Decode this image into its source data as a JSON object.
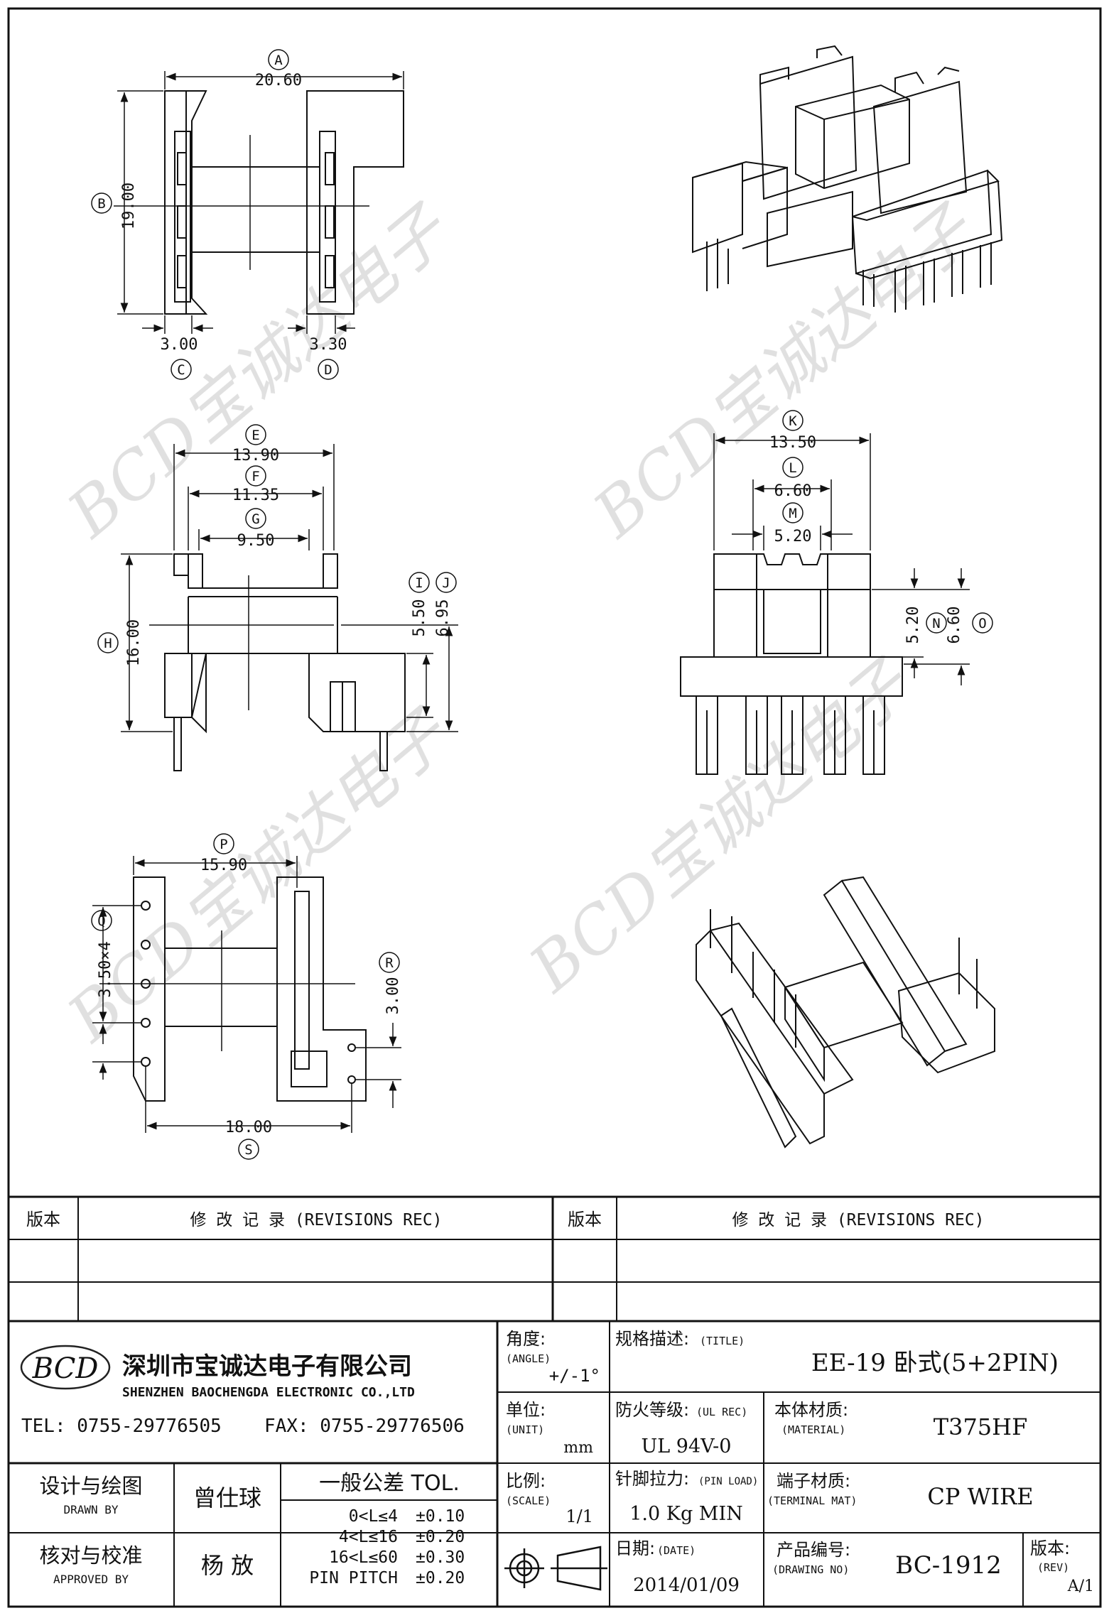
{
  "company": {
    "logo_text": "BCD",
    "name_cn": "深圳市宝诚达电子有限公司",
    "name_en": "SHENZHEN BAOCHENGDA ELECTRONIC CO.,LTD",
    "tel": "TEL: 0755-29776505",
    "fax": "FAX: 0755-29776506"
  },
  "watermark": "BCD宝诚达电子",
  "dimensions": [
    {
      "label": "A",
      "value": "20.60"
    },
    {
      "label": "B",
      "value": "19.00"
    },
    {
      "label": "C",
      "value": "3.00"
    },
    {
      "label": "D",
      "value": "3.30"
    },
    {
      "label": "E",
      "value": "13.90"
    },
    {
      "label": "F",
      "value": "11.35"
    },
    {
      "label": "G",
      "value": "9.50"
    },
    {
      "label": "H",
      "value": "16.00"
    },
    {
      "label": "I",
      "value": "5.50"
    },
    {
      "label": "J",
      "value": "6.95"
    },
    {
      "label": "K",
      "value": "13.50"
    },
    {
      "label": "L",
      "value": "6.60"
    },
    {
      "label": "M",
      "value": "5.20"
    },
    {
      "label": "N",
      "value": "5.20"
    },
    {
      "label": "O",
      "value": "6.60"
    },
    {
      "label": "P",
      "value": "15.90"
    },
    {
      "label": "Q",
      "value": "3.50×4"
    },
    {
      "label": "R",
      "value": "3.00"
    },
    {
      "label": "S",
      "value": "18.00"
    }
  ],
  "revisions": {
    "rev_header": "版本",
    "rec_header": "修  改  记  录  (REVISIONS REC)"
  },
  "title_block": {
    "angle_label": "角度:",
    "angle_label_en": "(ANGLE)",
    "angle_value": "+/-1°",
    "title_label": "规格描述:",
    "title_label_en": "(TITLE)",
    "title_value": "EE-19 卧式(5+2PIN)",
    "unit_label": "单位:",
    "unit_label_en": "(UNIT)",
    "unit_value": "mm",
    "ul_label": "防火等级:",
    "ul_label_en": "(UL REC)",
    "ul_value": "UL 94V-0",
    "material_label": "本体材质:",
    "material_label_en": "(MATERIAL)",
    "material_value": "T375HF",
    "scale_label": "比例:",
    "scale_label_en": "(SCALE)",
    "scale_value": "1/1",
    "pinload_label": "针脚拉力:",
    "pinload_label_en": "(PIN LOAD)",
    "pinload_value": "1.0 Kg MIN",
    "terminal_label": "端子材质:",
    "terminal_label_en": "(TERMINAL MAT)",
    "terminal_value": "CP WIRE",
    "date_label": "日期:",
    "date_label_en": "(DATE)",
    "date_value": "2014/01/09",
    "drawno_label": "产品编号:",
    "drawno_label_en": "(DRAWING NO)",
    "drawno_value": "BC-1912",
    "rev_label": "版本:",
    "rev_label_en": "(REV)",
    "rev_value": "A/1",
    "drawn_label": "设计与绘图",
    "drawn_label_en": "DRAWN BY",
    "drawn_value": "曾仕球",
    "approved_label": "核对与校准",
    "approved_label_en": "APPROVED BY",
    "approved_value": "杨  放",
    "tol_title": "一般公差 TOL.",
    "tolerances": [
      {
        "range": "0<L≤4",
        "value": "±0.10"
      },
      {
        "range": "4<L≤16",
        "value": "±0.20"
      },
      {
        "range": "16<L≤60",
        "value": "±0.30"
      },
      {
        "range": "PIN PITCH",
        "value": "±0.20"
      }
    ]
  }
}
